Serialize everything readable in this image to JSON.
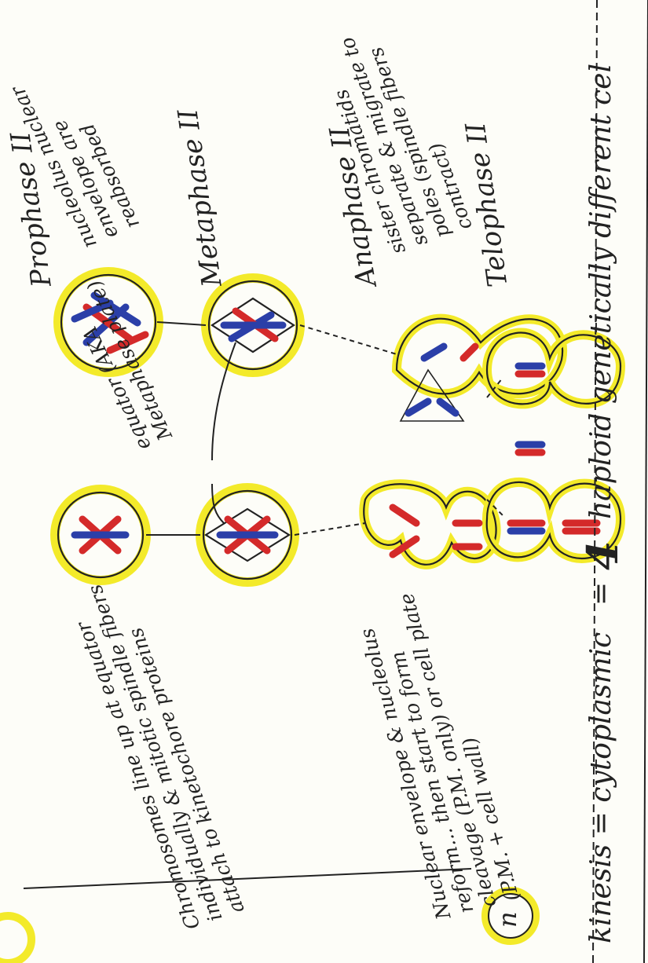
{
  "phases": {
    "prophase": "Prophase II",
    "metaphase": "Metaphase II",
    "anaphase": "Anaphase II",
    "telophase": "Telophase II"
  },
  "notes": {
    "prophase": "nucleolus nuclear envelope are reabsorbed",
    "anaphase": "sister chromatids separate & migrate to poles (spindle fibers contract)",
    "equator": "equator (AKA Metaphase plate)",
    "metaphase": "Chromosomes line up at equator individually & mitotic spindle fibers attach to kinetochore proteins",
    "telophase": "Nuclear envelope & nucleolus reform... then start to form cleavage (P.M. only) or cell plate (P.M. + cell wall)"
  },
  "summary": {
    "left": "kinesis = cytoplasmic",
    "equals": "=",
    "number": "4",
    "right": "haploid genetically different cel"
  },
  "cell_label": "n",
  "colors": {
    "highlight": "#f3ea2a",
    "red": "#d42a2a",
    "blue": "#2b3fa8",
    "ink": "#222222"
  }
}
